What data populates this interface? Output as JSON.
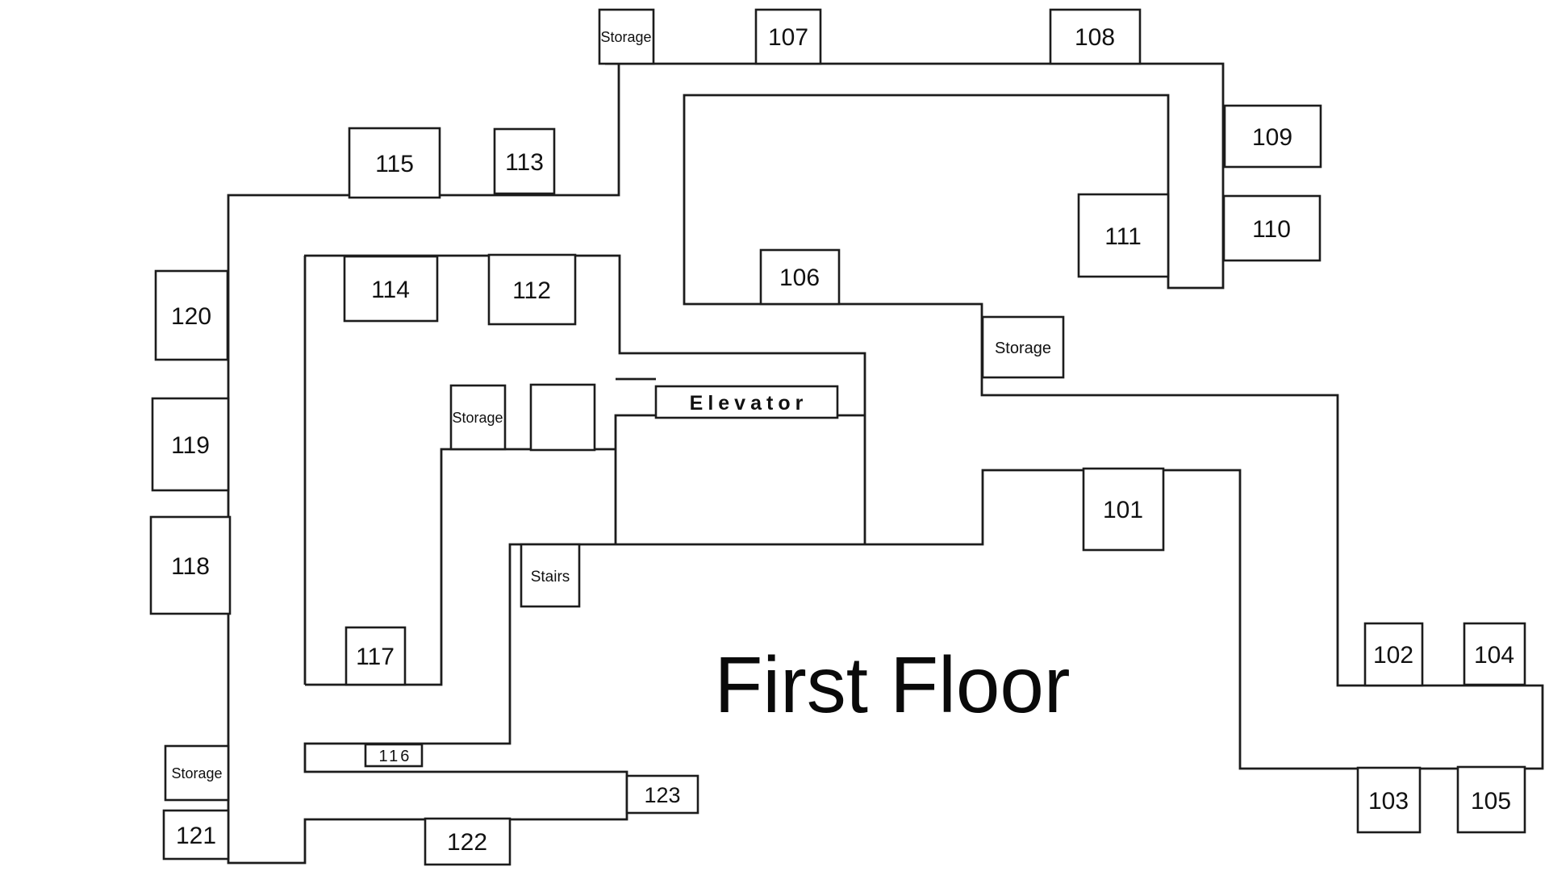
{
  "title": "First Floor",
  "rooms": {
    "r101": "101",
    "r102": "102",
    "r103": "103",
    "r104": "104",
    "r105": "105",
    "r106": "106",
    "r107": "107",
    "r108": "108",
    "r109": "109",
    "r110": "110",
    "r111": "111",
    "r112": "112",
    "r113": "113",
    "r114": "114",
    "r115": "115",
    "r116": "116",
    "r117": "117",
    "r118": "118",
    "r119": "119",
    "r120": "120",
    "r121": "121",
    "r122": "122",
    "r123": "123"
  },
  "labels": {
    "storage": "Storage",
    "elevator": "Elevator",
    "stairs": "Stairs"
  },
  "colors": {
    "wall": "#1c1c1c",
    "text": "#111111",
    "background": "#ffffff",
    "box_fill": "#ffffff"
  }
}
